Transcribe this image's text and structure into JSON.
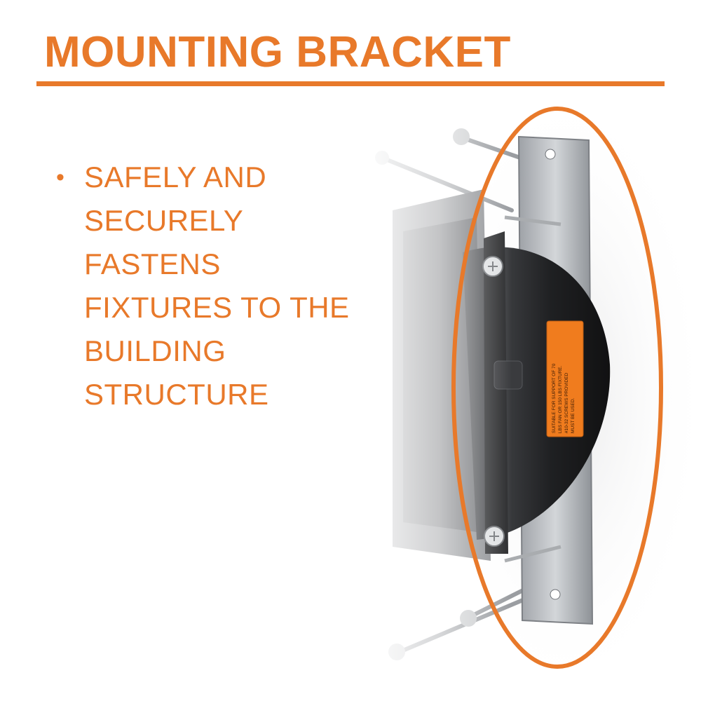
{
  "title": "MOUNTING BRACKET",
  "bullets": [
    {
      "text": "SAFELY AND\nSECURELY\nFASTENS\nFIXTURES TO THE\nBUILDING\nSTRUCTURE"
    }
  ],
  "product_label": "SUITABLE FOR SUPPORT OF 70 LBS FAN OR 150 LBS FIXTURE. #10-32 SCREWS PROVIDED MUST BE USED.",
  "colors": {
    "accent": "#e8792a",
    "label_orange": "#f07c1e",
    "bracket_metal": "#b9bcc0",
    "box_black": "#1d1d1f"
  }
}
